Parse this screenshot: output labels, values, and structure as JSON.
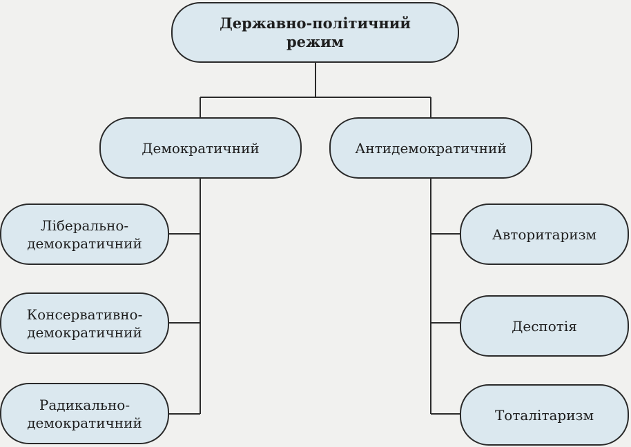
{
  "diagram": {
    "root": {
      "label": "Державно-політичний\nрежим"
    },
    "democratic": {
      "label": "Демократичний",
      "children": [
        "Ліберально-\nдемократичний",
        "Консервативно-\nдемократичний",
        "Радикально-\nдемократичний"
      ]
    },
    "antidemocratic": {
      "label": "Антидемократичний",
      "children": [
        "Авторитаризм",
        "Деспотія",
        "Тоталітаризм"
      ]
    }
  },
  "colors": {
    "node_fill": "#dbe8ef",
    "line": "#2a2a2a",
    "background": "#f1f1ef"
  }
}
